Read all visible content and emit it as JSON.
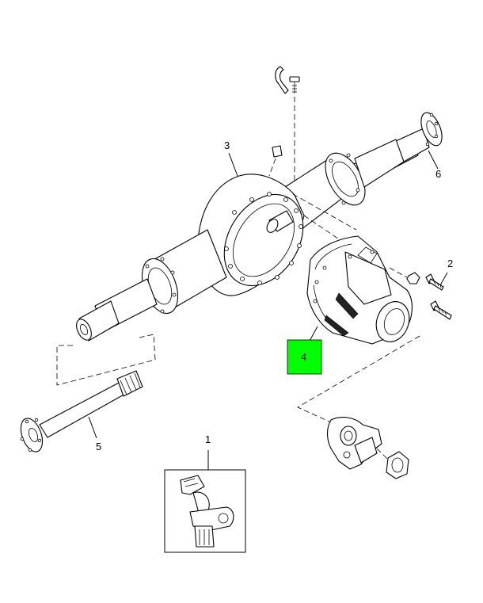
{
  "callouts": {
    "c1": "1",
    "c2": "2",
    "c3": "3",
    "c4": "4",
    "c5": "5",
    "c6": "6"
  },
  "highlight": {
    "color": "#00ff00",
    "callout": "4"
  },
  "colors": {
    "line": "#000000",
    "background": "#ffffff"
  }
}
